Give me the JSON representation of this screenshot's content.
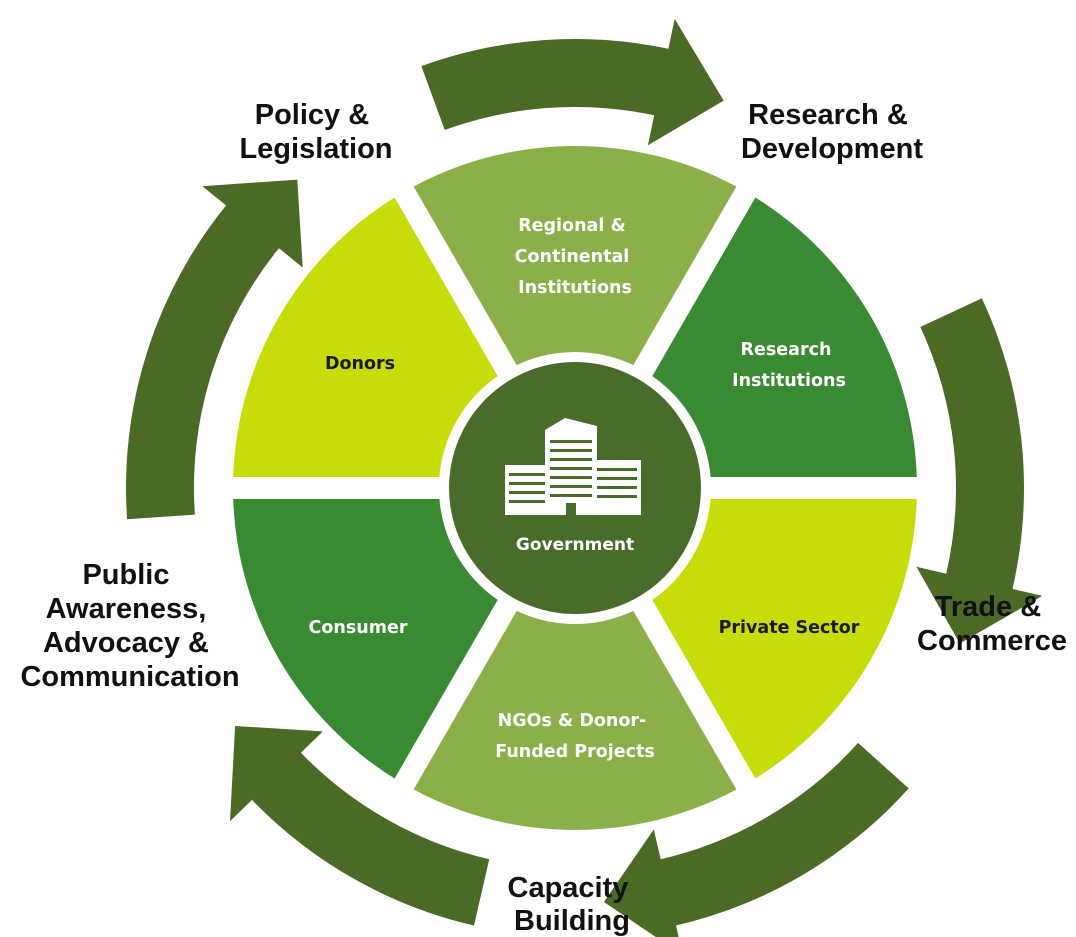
{
  "center": {
    "label": "Government",
    "color": "#4a6c2a",
    "icon": "office-building-icon"
  },
  "segments": [
    {
      "id": "regional",
      "lines": [
        "Regional &",
        "Continental",
        "Institutions"
      ],
      "color": "#8bb04a",
      "text_color": "#ffffff"
    },
    {
      "id": "research-institutions",
      "lines": [
        "Research",
        "Institutions"
      ],
      "color": "#3a8a34",
      "text_color": "#ffffff"
    },
    {
      "id": "private-sector",
      "lines": [
        "Private Sector"
      ],
      "color": "#c8dc0a",
      "text_color": "#1a1a1a"
    },
    {
      "id": "ngos",
      "lines": [
        "NGOs & Donor-",
        "Funded Projects"
      ],
      "color": "#8bb04a",
      "text_color": "#ffffff"
    },
    {
      "id": "consumer",
      "lines": [
        "Consumer"
      ],
      "color": "#3a8a34",
      "text_color": "#ffffff"
    },
    {
      "id": "donors",
      "lines": [
        "Donors"
      ],
      "color": "#c8dc0a",
      "text_color": "#1a1a1a"
    }
  ],
  "outer_labels": [
    {
      "id": "policy",
      "lines": [
        "Policy &",
        "Legislation"
      ]
    },
    {
      "id": "research-development",
      "lines": [
        "Research &",
        "Development"
      ]
    },
    {
      "id": "trade",
      "lines": [
        "Trade &",
        "Commerce"
      ]
    },
    {
      "id": "capacity",
      "lines": [
        "Capacity",
        "Building"
      ]
    },
    {
      "id": "public",
      "lines": [
        "Public",
        "Awareness,",
        "Advocacy &",
        "Communication"
      ]
    }
  ],
  "arrow_color": "#4a6a26"
}
